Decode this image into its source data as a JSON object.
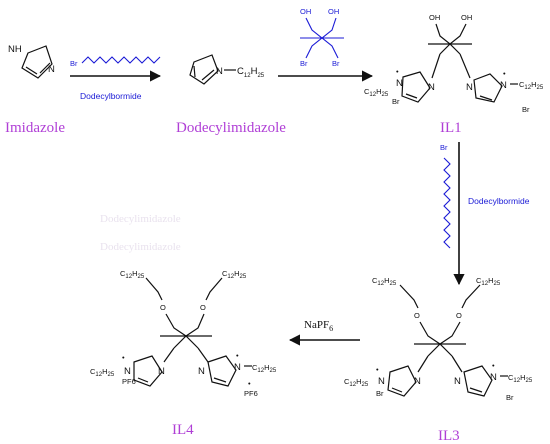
{
  "compounds": {
    "imidazole": "Imidazole",
    "dodecylimidazole": "Dodecylimidazole",
    "il1": "IL1",
    "il3": "IL3",
    "il4": "IL4"
  },
  "reagents": {
    "step1": "Dodecylbormide",
    "step3": "Dodecylbormide",
    "step4_prefix": "NaPF",
    "step4_sub": "6"
  },
  "atoms": {
    "nh": "NH",
    "n": "N",
    "o": "O",
    "oh": "OH",
    "br": "Br",
    "pf6": "PF6",
    "c12": "C",
    "c12_sub": "12",
    "h25": "H",
    "h25_sub": "25",
    "dash": "—",
    "dot": "•"
  },
  "colors": {
    "label": "#b03fd6",
    "reagent_struct": "#1b1bd6",
    "bonds": "#111111"
  }
}
